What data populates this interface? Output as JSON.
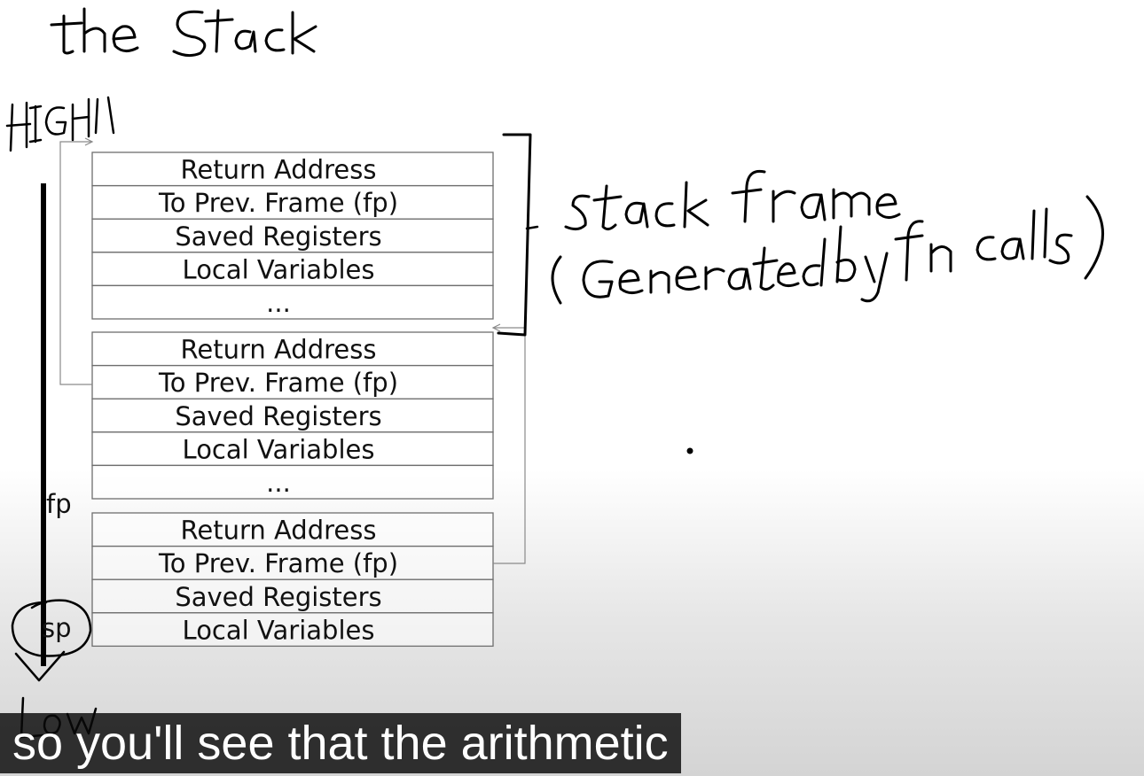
{
  "diagram": {
    "handwritten_title": "the Stack",
    "high_label": "HIGH",
    "low_label": "Low",
    "frame_annotation_line1": "stack frame",
    "frame_annotation_line2": "(Generated by fn calls)",
    "fp_label": "fp",
    "sp_label": "sp",
    "frames": [
      {
        "cells": [
          "Return Address",
          "To Prev. Frame (fp)",
          "Saved Registers",
          "Local Variables",
          "..."
        ]
      },
      {
        "cells": [
          "Return Address",
          "To Prev. Frame (fp)",
          "Saved Registers",
          "Local Variables",
          "..."
        ]
      },
      {
        "cells": [
          "Return Address",
          "To Prev. Frame (fp)",
          "Saved Registers",
          "Local Variables"
        ]
      }
    ]
  },
  "caption": {
    "text": "so you'll see that the arithmetic"
  }
}
